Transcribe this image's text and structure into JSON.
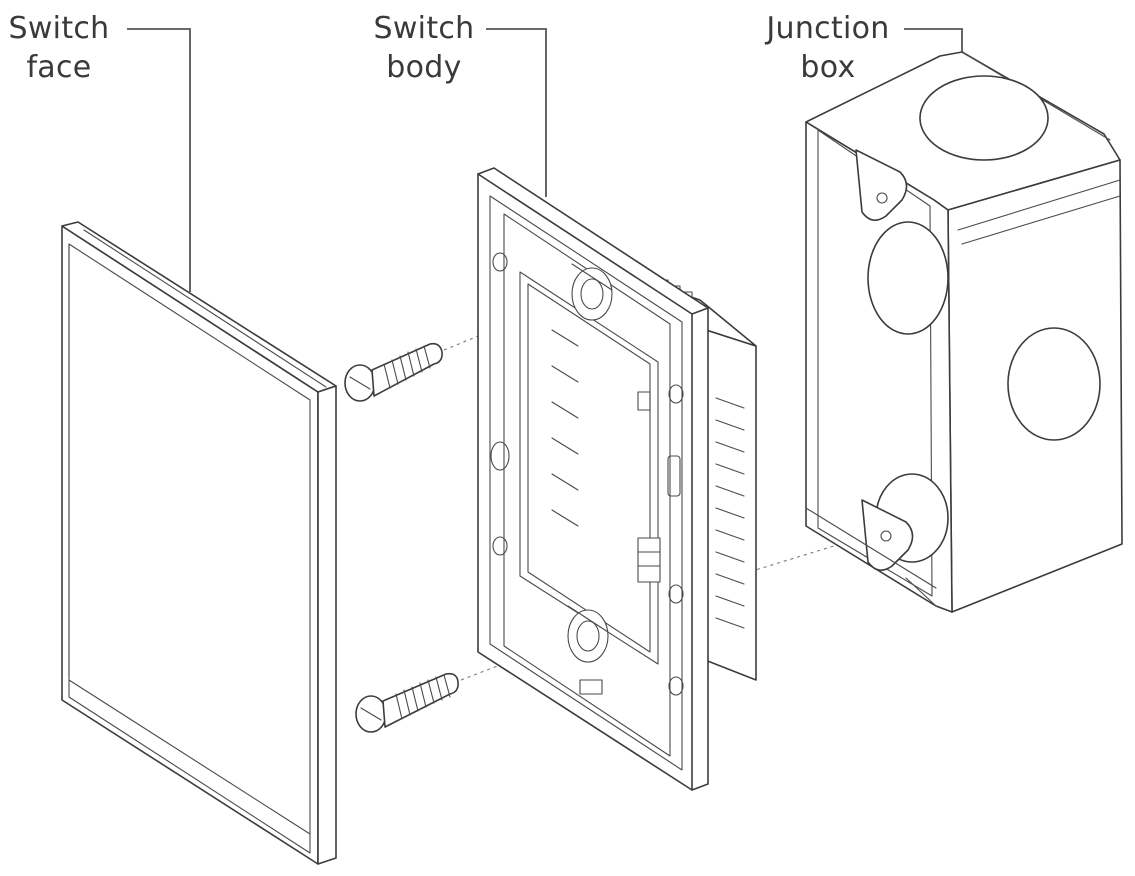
{
  "diagram": {
    "components": [
      {
        "id": "switch-face",
        "label_lines": [
          "Switch",
          "face"
        ]
      },
      {
        "id": "switch-body",
        "label_lines": [
          "Switch",
          "body"
        ]
      },
      {
        "id": "junction-box",
        "label_lines": [
          "Junction",
          "box"
        ]
      }
    ],
    "relations": [
      {
        "from": "screw-top",
        "to": "junction-box",
        "type": "fastens-through",
        "via": "switch-body"
      },
      {
        "from": "screw-bottom",
        "to": "junction-box",
        "type": "fastens-through",
        "via": "switch-body"
      },
      {
        "from": "switch-face",
        "to": "switch-body",
        "type": "attaches-to"
      }
    ]
  }
}
